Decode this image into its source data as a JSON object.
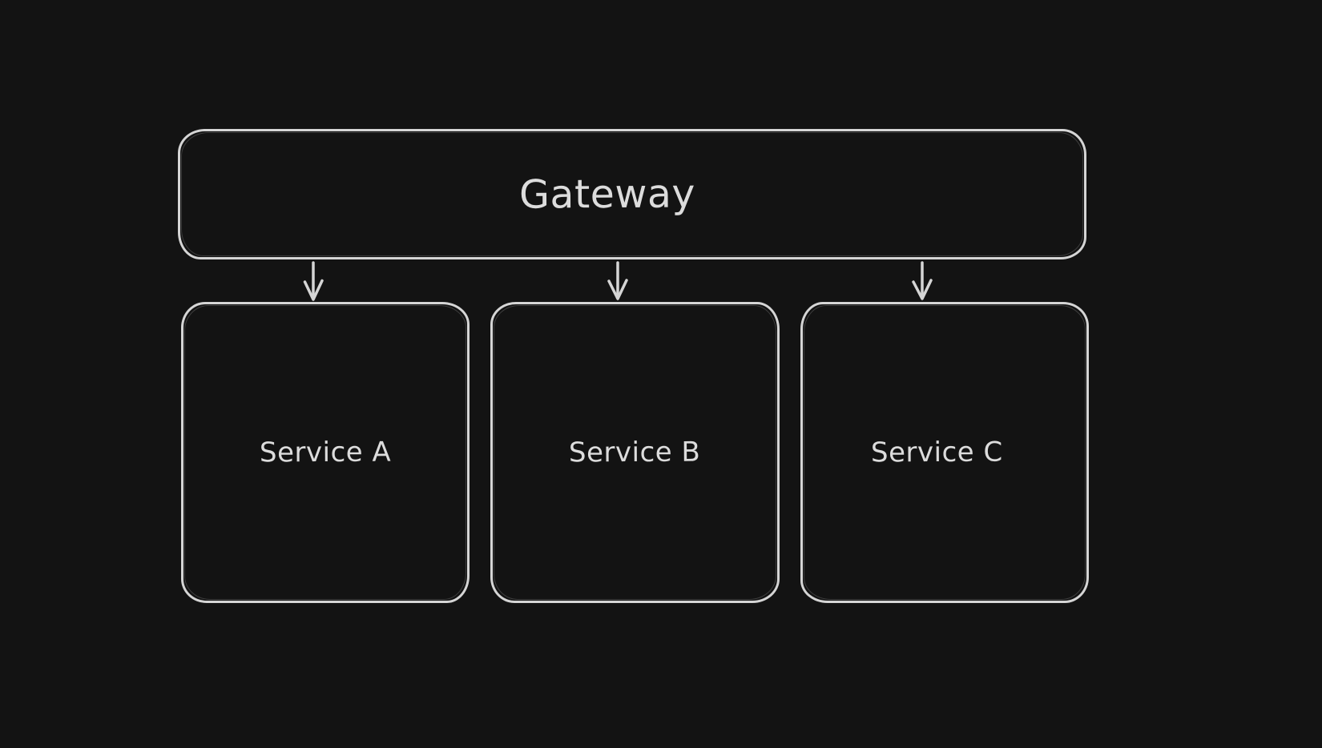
{
  "canvas": {
    "background": "#131313",
    "stroke_color": "#d5d5d5",
    "text_color": "#dcdcdc"
  },
  "diagram": {
    "nodes": [
      {
        "id": "gateway",
        "label": "Gateway"
      },
      {
        "id": "service-a",
        "label": "Service A"
      },
      {
        "id": "service-b",
        "label": "Service B"
      },
      {
        "id": "service-c",
        "label": "Service C"
      }
    ],
    "edges": [
      {
        "from": "gateway",
        "to": "service-a",
        "direction": "down",
        "arrowhead": "arrow"
      },
      {
        "from": "gateway",
        "to": "service-b",
        "direction": "down",
        "arrowhead": "arrow"
      },
      {
        "from": "gateway",
        "to": "service-c",
        "direction": "down",
        "arrowhead": "arrow"
      }
    ]
  }
}
